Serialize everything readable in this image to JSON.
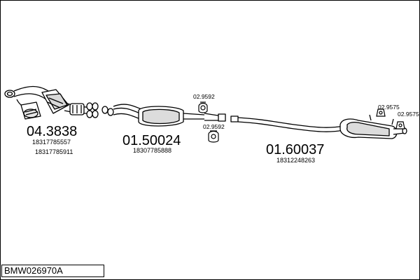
{
  "assembly_code": "BMW026970A",
  "parts": {
    "front_pipe": {
      "part_no": "04.3838",
      "oe_1": "18317785557",
      "oe_2": "18317785911"
    },
    "center_silencer": {
      "part_no": "01.50024",
      "oe_1": "18307785888"
    },
    "rear_silencer": {
      "part_no": "01.60037",
      "oe_1": "18312248263"
    },
    "clamp_a": {
      "part_no": "02.9592"
    },
    "clamp_b": {
      "part_no": "02.9592"
    },
    "rubber_a": {
      "part_no": "02.9575"
    },
    "rubber_b": {
      "part_no": "02.9575"
    }
  }
}
